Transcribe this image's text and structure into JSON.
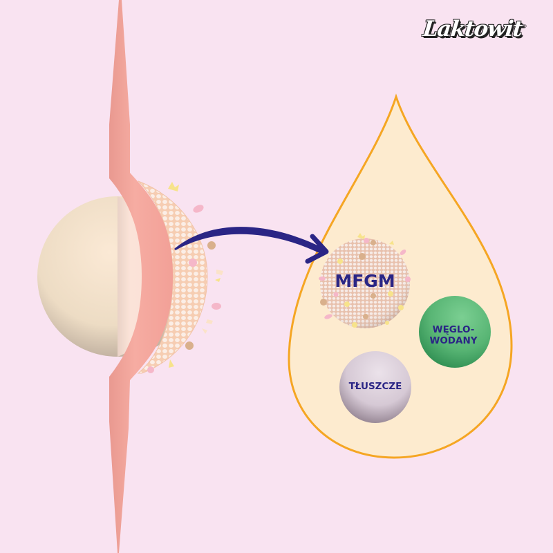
{
  "brand": {
    "logo_text": "Laktowit",
    "trademark": "®"
  },
  "labels": {
    "mfgm": "MFGM",
    "carbs_line1": "WĘGLO-",
    "carbs_line2": "WODANY",
    "fats": "TŁUSZCZE"
  },
  "colors": {
    "background": "#f9e3f1",
    "membrane": "#f4a9a0",
    "drop_fill": "#fdebcf",
    "drop_outline": "#f5a623",
    "arrow": "#2a2585",
    "text": "#2a2585",
    "carbs_sphere": "#5cb87a",
    "fats_sphere": "#d9ccd8",
    "globule_core": "#f5e3cc"
  }
}
